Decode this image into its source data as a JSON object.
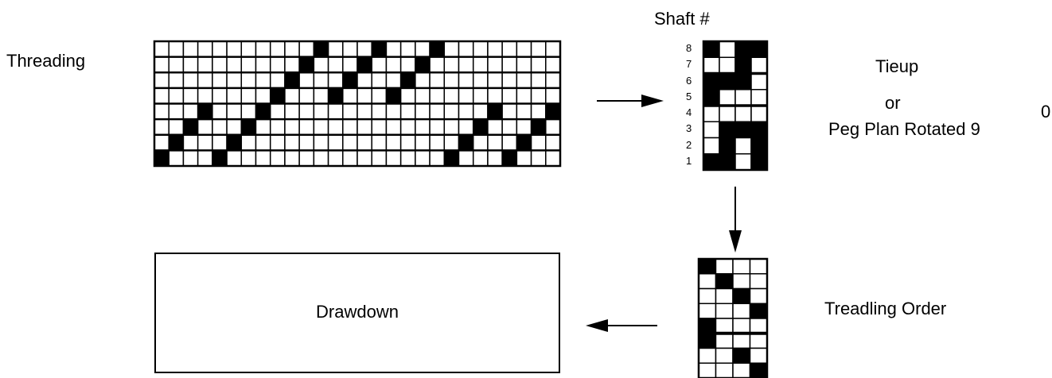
{
  "labels": {
    "threading": "Threading",
    "shaft_header": "Shaft  #",
    "tieup": "Tieup",
    "or": "or",
    "peg_plan": "Peg Plan Rotated 9",
    "peg_plan_superscript": "0",
    "treadling_order": "Treadling Order",
    "drawdown": "Drawdown"
  },
  "shaft_numbers": [
    "8",
    "7",
    "6",
    "5",
    "4",
    "3",
    "2",
    "1"
  ],
  "threading": {
    "shafts": 8,
    "ends": 28,
    "filled_shaft_by_end": [
      1,
      2,
      3,
      4,
      1,
      2,
      3,
      4,
      5,
      6,
      7,
      8,
      5,
      6,
      7,
      8,
      5,
      6,
      7,
      8,
      1,
      2,
      3,
      4,
      1,
      2,
      3,
      4
    ]
  },
  "tieup": {
    "shafts": 8,
    "treadles": 4,
    "rows_top_to_bottom": [
      [
        1,
        0,
        1,
        1
      ],
      [
        0,
        0,
        1,
        0
      ],
      [
        1,
        1,
        1,
        0
      ],
      [
        1,
        0,
        0,
        0
      ],
      [
        0,
        0,
        0,
        0
      ],
      [
        0,
        1,
        1,
        1
      ],
      [
        0,
        1,
        0,
        1
      ],
      [
        1,
        1,
        0,
        1
      ]
    ]
  },
  "treadling": {
    "treadles": 4,
    "filled_treadle_by_pick": [
      1,
      2,
      3,
      4,
      1,
      1,
      3,
      4
    ]
  },
  "colors": {
    "ink": "#000000",
    "paper": "#ffffff"
  }
}
